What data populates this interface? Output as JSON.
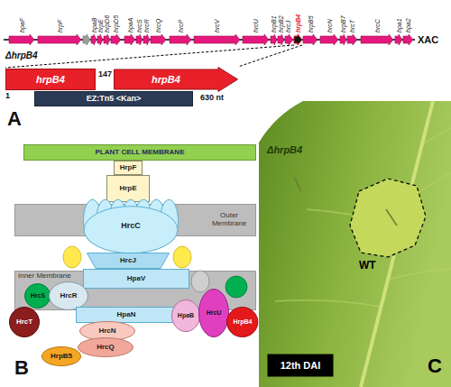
{
  "diagram": {
    "nodes": [
      {
        "text": [
          "hrpB4"
        ]
      },
      {
        "text": [
          "hrpB4"
        ]
      },
      {
        "text": [
          "EZ:Tn5 <Kan>"
        ]
      },
      {
        "text": [
          "PLANT CELL MEMBRANE"
        ]
      },
      {
        "text": [
          "HrpF"
        ]
      },
      {
        "text": [
          "HrpE"
        ]
      },
      {
        "text": [
          "Outer Membrane"
        ]
      },
      {
        "text": [
          "HrcC"
        ]
      },
      {
        "text": [
          "HrcJ"
        ]
      },
      {
        "text": [
          "HpaV"
        ]
      },
      {
        "text": [
          "Inner Membrane"
        ]
      },
      {
        "text": [
          "HrcS"
        ]
      },
      {
        "text": [
          "HrcR"
        ]
      },
      {
        "text": [
          "HrcT"
        ]
      },
      {
        "text": [
          "HpaN"
        ]
      },
      {
        "text": [
          "HpaB"
        ]
      },
      {
        "text": [
          "HrcU"
        ]
      },
      {
        "text": [
          "HrpB4"
        ]
      },
      {
        "text": [
          "HrcN"
        ]
      },
      {
        "text": [
          "HrcQ"
        ]
      },
      {
        "text": [
          "HrpB5"
        ]
      },
      {
        "text": [
          "12th DAI"
        ]
      }
    ],
    "labels": [
      "hpaF",
      "hrpF",
      "hpaB",
      "hrpE",
      "hrpD6",
      "hrpD5",
      "hpaA",
      "hrcS",
      "hrcR",
      "hrcQ",
      "hrcP",
      "hrcV",
      "hrcU",
      "hrpB1",
      "hrpB2",
      "hrcJ",
      "hrpB4",
      "hrpB5",
      "hrcN",
      "hrpB7",
      "hrcT",
      "hrcC",
      "hpa1",
      "hpa2",
      "XAC",
      "ΔhrpB4",
      "147",
      "1",
      "630 nt",
      "A",
      "B",
      "ΔhrpB4",
      "WT",
      "C"
    ]
  }
}
